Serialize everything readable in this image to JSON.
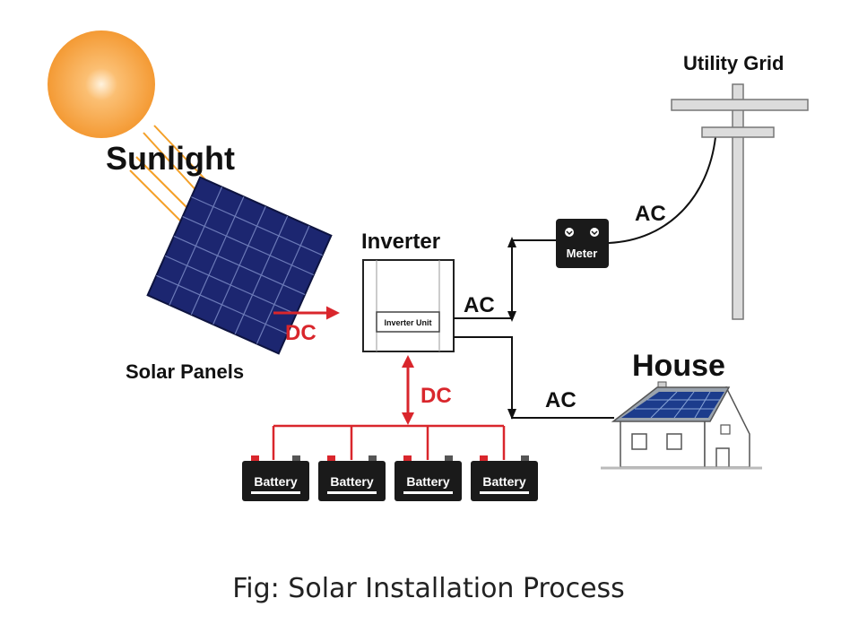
{
  "labels": {
    "sunlight": "Sunlight",
    "solar_panels": "Solar Panels",
    "inverter": "Inverter",
    "inverter_unit": "Inverter Unit",
    "meter": "Meter",
    "utility_grid": "Utility Grid",
    "house": "House",
    "dc_panel": "DC",
    "dc_battery": "DC",
    "ac_meter": "AC",
    "ac_grid": "AC",
    "ac_house": "AC",
    "caption": "Fig: Solar Installation Process"
  },
  "batteries": [
    {
      "label": "Battery"
    },
    {
      "label": "Battery"
    },
    {
      "label": "Battery"
    },
    {
      "label": "Battery"
    }
  ],
  "colors": {
    "dc_line": "#d9262c",
    "ac_line": "#111111",
    "sunlight_rays": "#f4a028",
    "sun": "#f7a23b",
    "panel": "#1c2670",
    "battery": "#1a1a1a",
    "house_roof": "#9aa3ad",
    "pole": "#d6d6d6"
  },
  "icons": {
    "sun": "sun-icon",
    "solar_panel": "solar-panel-icon",
    "inverter": "inverter-icon",
    "meter": "meter-icon",
    "utility_pole": "utility-pole-icon",
    "house": "house-icon",
    "battery": "battery-icon"
  }
}
